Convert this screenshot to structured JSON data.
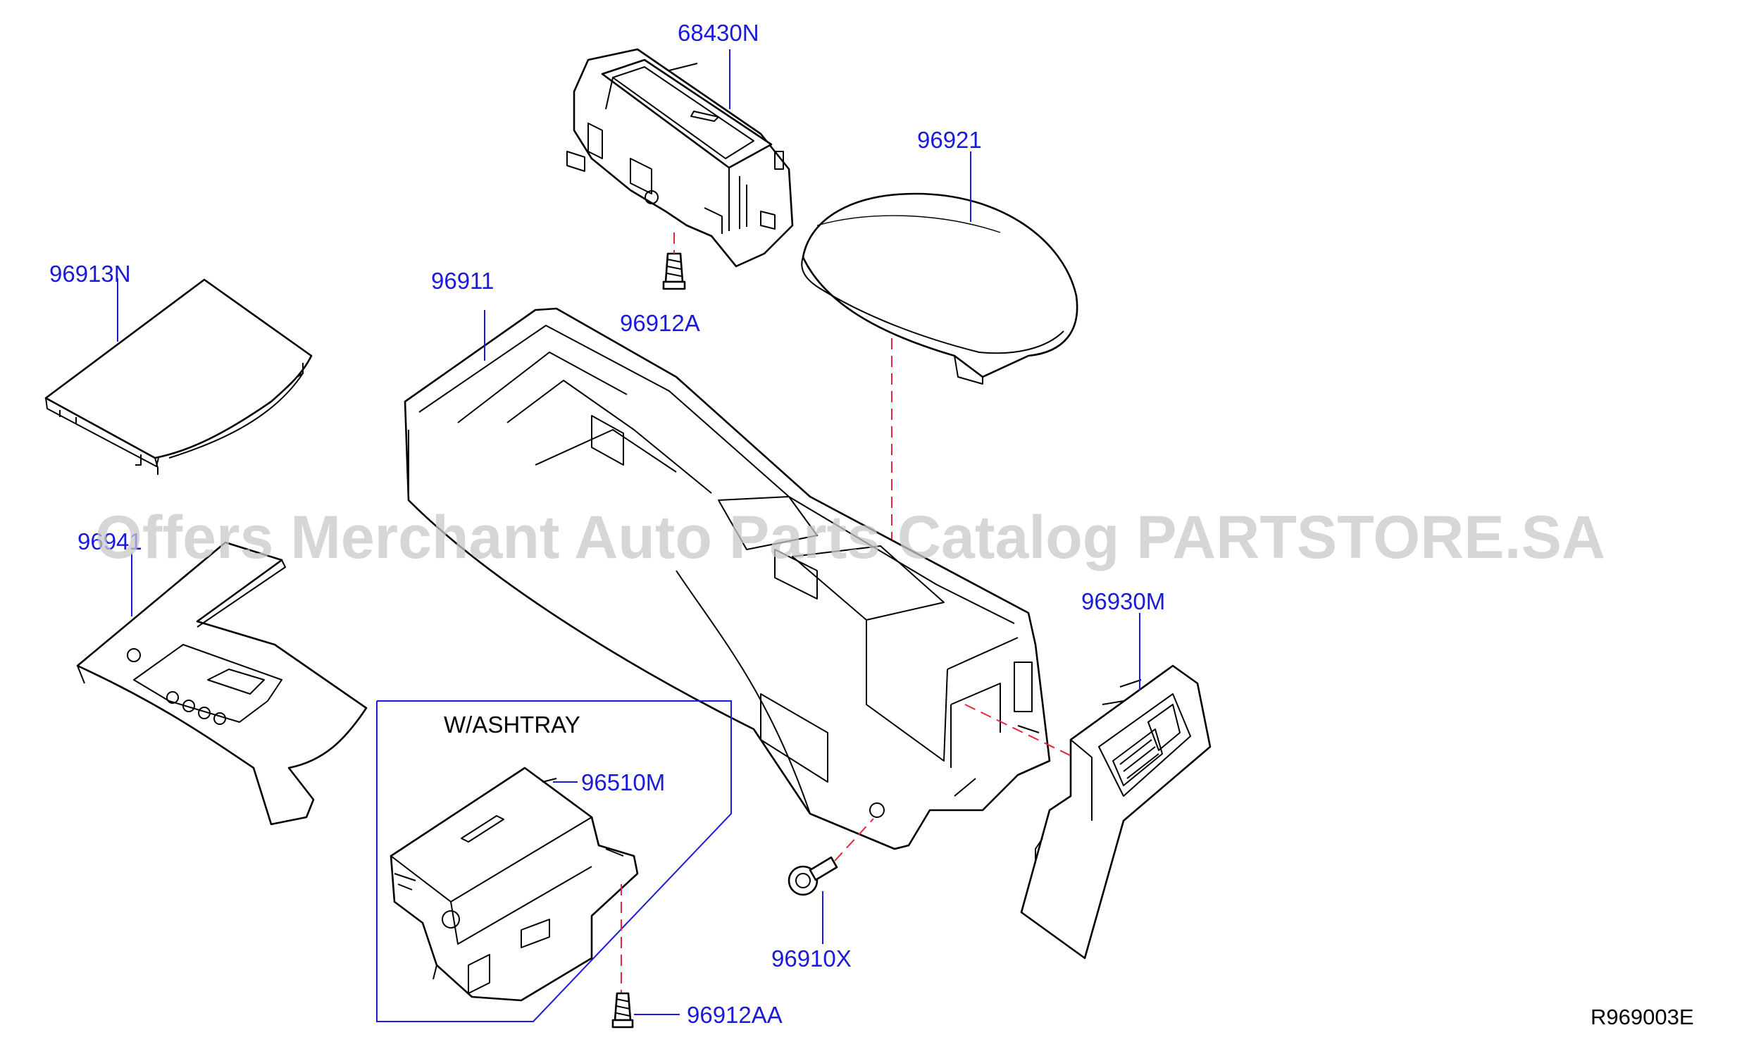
{
  "parts": {
    "p68430N": "68430N",
    "p96921": "96921",
    "p96913N": "96913N",
    "p96911": "96911",
    "p96912A": "96912A",
    "p96941": "96941",
    "p96930M": "96930M",
    "p96510M": "96510M",
    "p96910X": "96910X",
    "p96912AA": "96912AA"
  },
  "inset_note": "W/ASHTRAY",
  "diagram_ref": "R969003E",
  "watermark": "Offers Merchant Auto Parts Catalog PARTSTORE.SA",
  "colors": {
    "label": "#1a1adc",
    "leader": "#1a1adc",
    "dashed_guide": "#e8253a",
    "outline": "#000000",
    "watermark": "#c8c8c8"
  }
}
